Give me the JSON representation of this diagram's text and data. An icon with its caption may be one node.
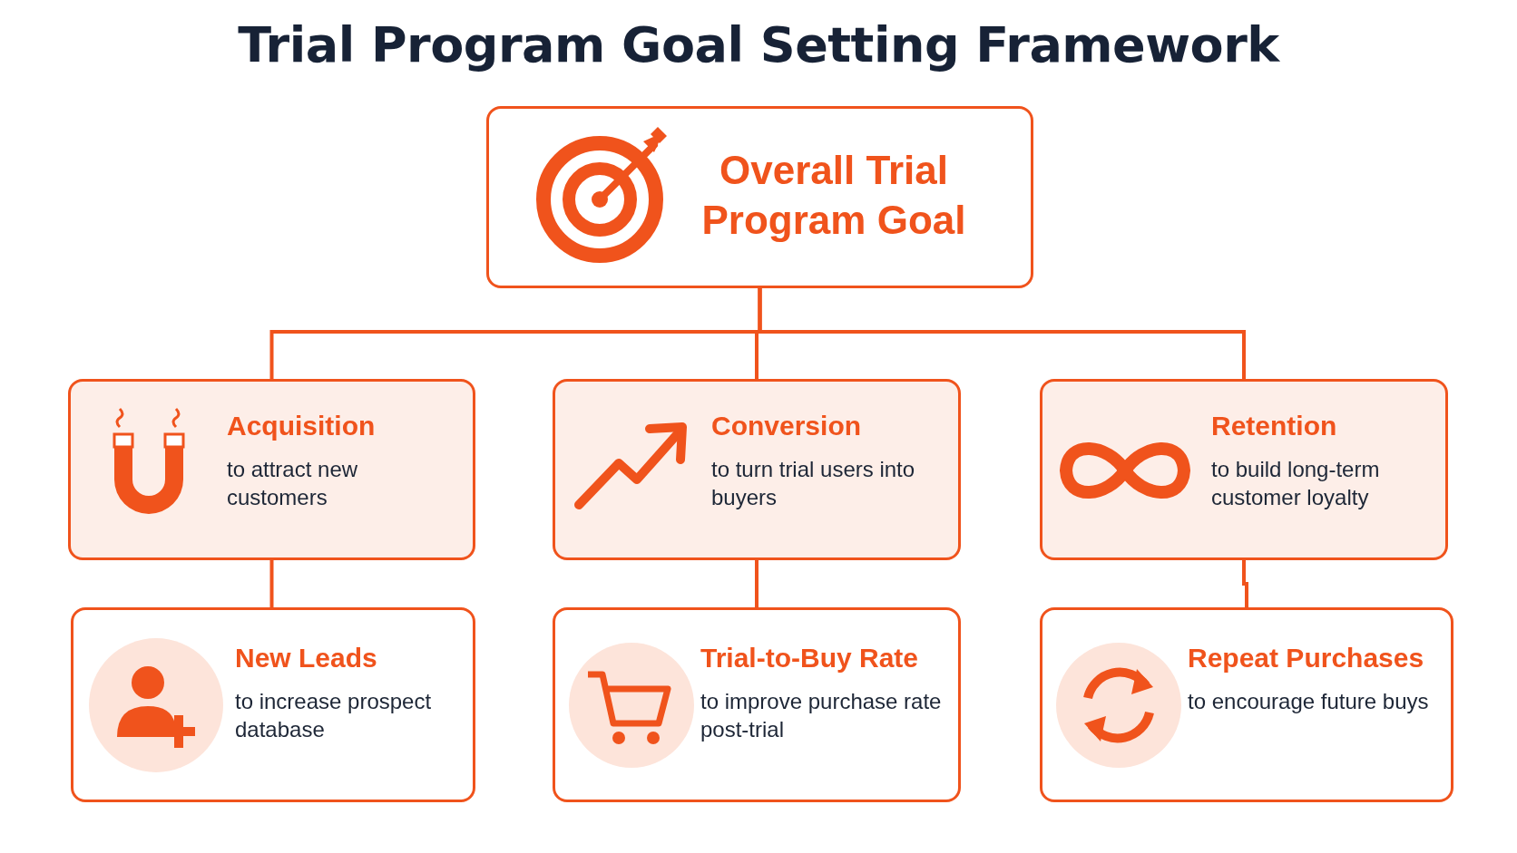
{
  "diagram": {
    "title": "Trial Program Goal Setting Framework",
    "nodes": [
      {
        "text": [
          "Overall Trial Program Goal"
        ]
      },
      {
        "text": [
          "Acquisition",
          "to attract new customers"
        ]
      },
      {
        "text": [
          "Conversion",
          "to turn trial users into buyers"
        ]
      },
      {
        "text": [
          "Retention",
          "to build long-term customer loyalty"
        ]
      },
      {
        "text": [
          "New Leads",
          "to increase prospect database"
        ]
      },
      {
        "text": [
          "Trial-to-Buy Rate",
          "to improve purchase rate post-trial"
        ]
      },
      {
        "text": [
          "Repeat Purchases",
          "to encourage future buys"
        ]
      }
    ],
    "edges": [
      {
        "from": 0,
        "to": 1,
        "arrow": "none"
      },
      {
        "from": 0,
        "to": 2,
        "arrow": "none"
      },
      {
        "from": 0,
        "to": 3,
        "arrow": "none"
      },
      {
        "from": 1,
        "to": 4,
        "arrow": "none"
      },
      {
        "from": 2,
        "to": 5,
        "arrow": "none"
      },
      {
        "from": 3,
        "to": 6,
        "arrow": "none"
      }
    ]
  }
}
